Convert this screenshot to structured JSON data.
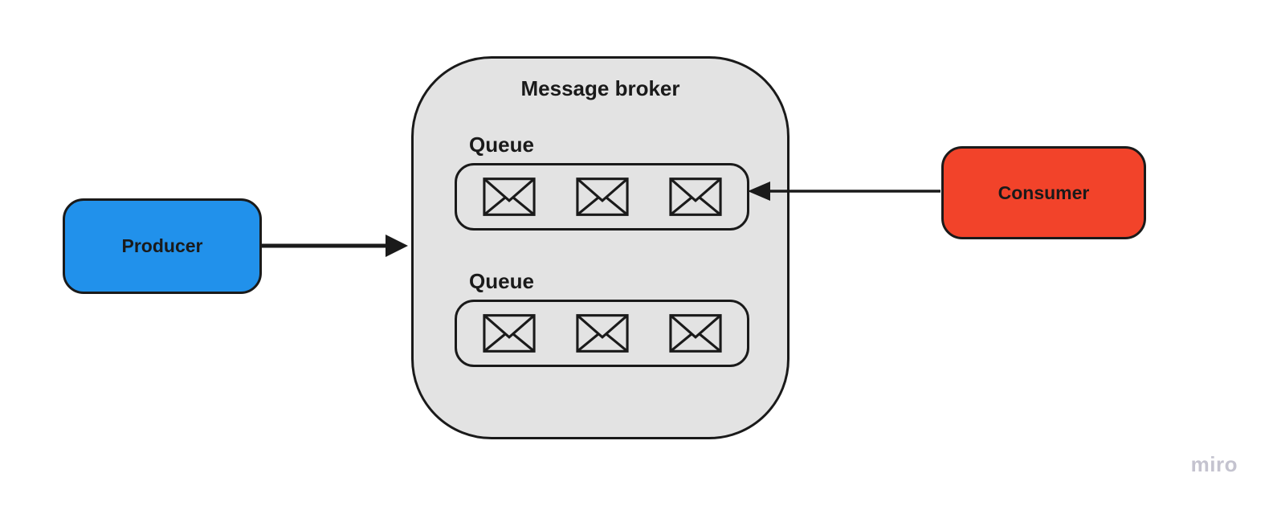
{
  "canvas": {
    "background": "#ffffff"
  },
  "diagram": {
    "stroke": "#1a1a1a",
    "producer": {
      "label": "Producer",
      "fill": "#2191eb"
    },
    "consumer": {
      "label": "Consumer",
      "fill": "#f2432a"
    },
    "broker": {
      "title": "Message broker",
      "fill": "#e3e3e3",
      "queues": [
        {
          "label": "Queue",
          "message_count": 3,
          "icon": "envelope-icon"
        },
        {
          "label": "Queue",
          "message_count": 3,
          "icon": "envelope-icon"
        }
      ]
    },
    "connectors": [
      {
        "from": "producer",
        "to": "broker",
        "direction": "right"
      },
      {
        "from": "consumer",
        "to": "queue-1",
        "direction": "left"
      }
    ]
  },
  "watermark": {
    "label": "miro",
    "color": "#c4c3cf"
  }
}
